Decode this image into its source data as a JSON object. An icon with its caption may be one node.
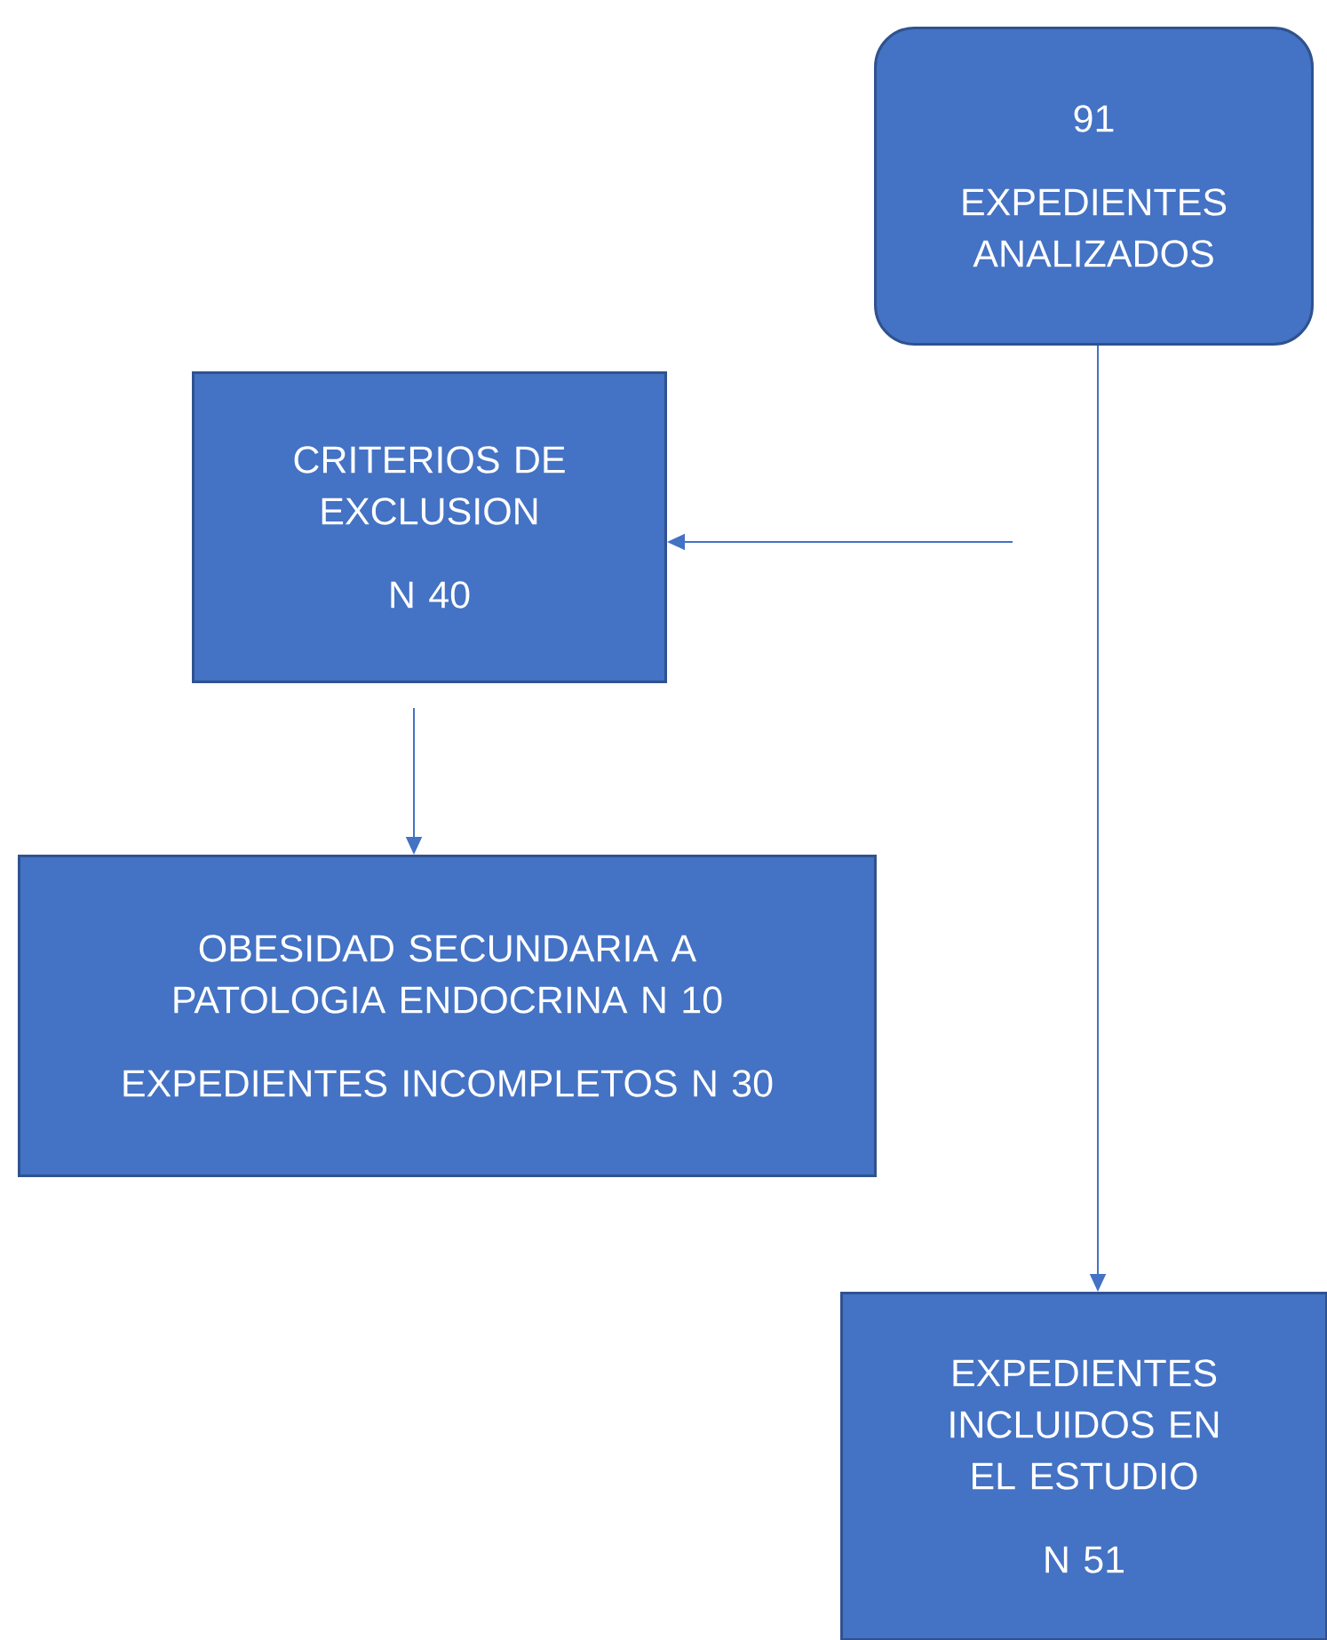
{
  "diagram": {
    "nodes": [
      {
        "text": [
          "91",
          "EXPEDIENTES ANALIZADOS"
        ]
      },
      {
        "text": [
          "CRITERIOS DE EXCLUSION",
          "N 40"
        ]
      },
      {
        "text": [
          "OBESIDAD SECUNDARIA A PATOLOGIA ENDOCRINA N 10",
          "EXPEDIENTES INCOMPLETOS N 30"
        ]
      },
      {
        "text": [
          "EXPEDIENTES INCLUIDOS EN EL ESTUDIO",
          "N 51"
        ]
      }
    ],
    "edges": [
      {
        "from": 0,
        "to": 3,
        "arrow": "to"
      },
      {
        "from": null,
        "to": 1,
        "arrow": "to"
      },
      {
        "from": 1,
        "to": 2,
        "arrow": "to"
      }
    ]
  }
}
